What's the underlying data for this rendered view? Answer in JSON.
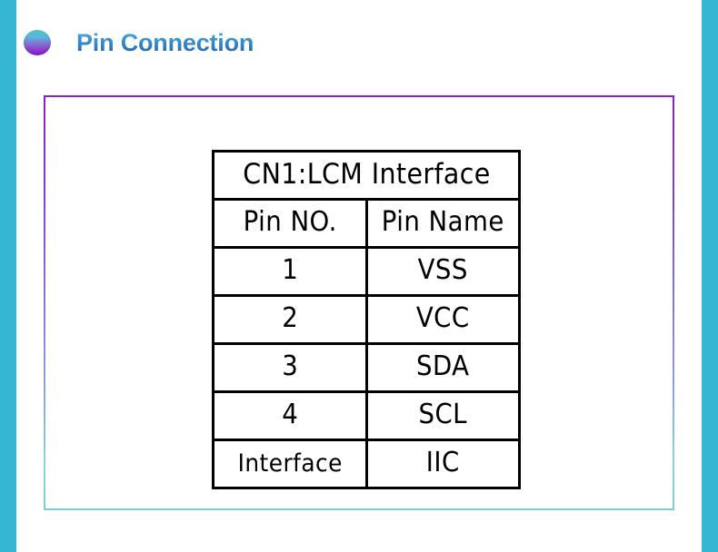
{
  "theme": {
    "accent_bar_color": "#35b7d3",
    "frame_border_top_color": "#8a22bd",
    "frame_border_bottom_color": "#7ccfd2",
    "title_color_top": "#52b0e0",
    "title_color_bottom": "#1f5ea6"
  },
  "header": {
    "bullet_icon": "gradient-circle-bullet-icon",
    "title": "Pin Connection"
  },
  "pin_table": {
    "title": "CN1:LCM  Interface",
    "columns": [
      "Pin  NO.",
      "Pin  Name"
    ],
    "rows": [
      {
        "pin_no": "1",
        "pin_name": "VSS"
      },
      {
        "pin_no": "2",
        "pin_name": "VCC"
      },
      {
        "pin_no": "3",
        "pin_name": "SDA"
      },
      {
        "pin_no": "4",
        "pin_name": "SCL"
      },
      {
        "pin_no": "Interface",
        "pin_name": "IIC"
      }
    ]
  }
}
